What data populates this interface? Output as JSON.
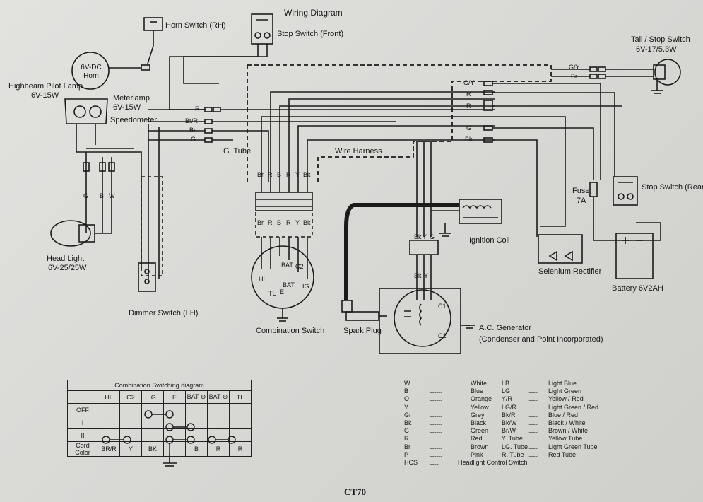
{
  "title": "Wiring Diagram",
  "model": "CT70",
  "labels": {
    "horn_switch": "Horn Switch (RH)",
    "stop_switch_front": "Stop Switch (Front)",
    "tail_stop_switch": "Tail / Stop Switch",
    "tail_stop_rating": "6V-17/5.3W",
    "horn": "6V-DC Horn",
    "highbeam_pilot": "Highbeam Pilot Lamp",
    "highbeam_pilot_rating": "6V-15W",
    "meterlamp": "Meterlamp",
    "meterlamp_rating": "6V-15W",
    "speedometer": "Speedometer",
    "g_tube": "G. Tube",
    "wire_harness": "Wire Harness",
    "stop_switch_rear": "Stop Switch (Rear)",
    "fuse": "Fuse",
    "fuse_rating": "7A",
    "head_light": "Head Light",
    "head_light_rating": "6V-25/25W",
    "ignition_coil": "Ignition Coil",
    "selenium_rectifier": "Selenium Rectifier",
    "battery": "Battery 6V2AH",
    "dimmer_switch": "Dimmer Switch (LH)",
    "combination_switch": "Combination Switch",
    "spark_plug": "Spark Plug",
    "ac_generator": "A.C. Generator",
    "ac_generator_note": "(Condenser and Point Incorporated)"
  },
  "wire_codes": {
    "harness_top": [
      "Br",
      "R",
      "B",
      "R",
      "Y",
      "Bk"
    ],
    "harness_bottom": [
      "Br",
      "R",
      "B",
      "R",
      "Y",
      "Bk"
    ],
    "switch_terminals": [
      "HL",
      "BAT",
      "C2",
      "TL",
      "E",
      "BAT",
      "IG"
    ],
    "gen_lead": [
      "Bk",
      "Y",
      "G"
    ],
    "gen_lead_low": [
      "Bk",
      "Y"
    ],
    "right_connectors": [
      "G/Y",
      "R",
      "R",
      "G",
      "Bk"
    ],
    "tail_connectors": [
      "G/Y",
      "Br"
    ],
    "left_connectors": [
      "R",
      "Br/R",
      "Br",
      "G"
    ],
    "headlight_wires": [
      "G",
      "B",
      "W"
    ],
    "gen_coils": [
      "C1",
      "C2"
    ]
  },
  "switch_table": {
    "title": "Combination Switching diagram",
    "columns": [
      "",
      "HL",
      "C2",
      "IG",
      "E",
      "BAT ⊖",
      "BAT ⊕",
      "TL"
    ],
    "rows": [
      {
        "label": "OFF",
        "cells": [
          "",
          "",
          "",
          "",
          "",
          "",
          ""
        ]
      },
      {
        "label": "I",
        "cells": [
          "",
          "",
          "",
          "",
          "",
          "",
          ""
        ]
      },
      {
        "label": "II",
        "cells": [
          "",
          "",
          "",
          "",
          "",
          "",
          ""
        ]
      },
      {
        "label": "Cord Color",
        "cells": [
          "BR/R",
          "Y",
          "BK",
          "",
          "B",
          "R",
          "R"
        ]
      }
    ]
  },
  "legend": [
    [
      "W",
      "White",
      "LB",
      "Light Blue"
    ],
    [
      "B",
      "Blue",
      "LG",
      "Light Green"
    ],
    [
      "O",
      "Orange",
      "Y/R",
      "Yellow / Red"
    ],
    [
      "Y",
      "Yellow",
      "LG/R",
      "Light Green / Red"
    ],
    [
      "Gr",
      "Grey",
      "Bk/R",
      "Blue / Red"
    ],
    [
      "Bk",
      "Black",
      "Bk/W",
      "Black / White"
    ],
    [
      "G",
      "Green",
      "Br/W",
      "Brown / White"
    ],
    [
      "R",
      "Red",
      "Y. Tube",
      "Yellow Tube"
    ],
    [
      "Br",
      "Brown",
      "LG. Tube",
      "Light Green Tube"
    ],
    [
      "P",
      "Pink",
      "R. Tube",
      "Red Tube"
    ],
    [
      "HCS",
      "Headlight Control Switch",
      "",
      ""
    ]
  ]
}
